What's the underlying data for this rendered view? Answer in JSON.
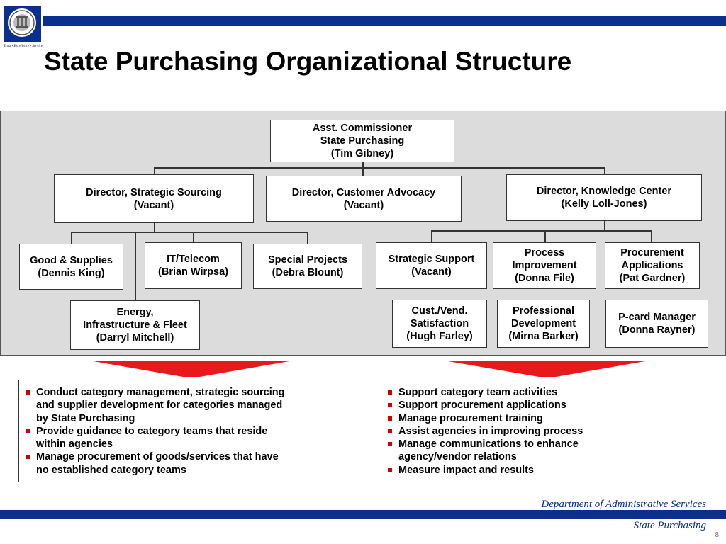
{
  "header": {
    "title": "State Purchasing Organizational Structure",
    "logo_motto": "Trust • Excellence • Service",
    "brand_color": "#0a2f8e",
    "accent_color": "#cc0000"
  },
  "org": {
    "top": [
      "Asst. Commissioner",
      "State Purchasing",
      "(Tim Gibney)"
    ],
    "dir_sourcing": [
      "Director, Strategic Sourcing",
      "(Vacant)"
    ],
    "dir_advocacy": [
      "Director, Customer Advocacy",
      "(Vacant)"
    ],
    "dir_knowledge": [
      "Director, Knowledge Center",
      "(Kelly Loll-Jones)"
    ],
    "goods": [
      "Good & Supplies",
      "(Dennis King)"
    ],
    "it": [
      "IT/Telecom",
      "(Brian Wirpsa)"
    ],
    "special": [
      "Special Projects",
      "(Debra Blount)"
    ],
    "energy": [
      "Energy,",
      "Infrastructure & Fleet",
      "(Darryl Mitchell)"
    ],
    "strategic_support": [
      "Strategic Support",
      "(Vacant)"
    ],
    "process": [
      "Process",
      "Improvement",
      "(Donna File)"
    ],
    "procurement_apps": [
      "Procurement",
      "Applications",
      "(Pat Gardner)"
    ],
    "custvend": [
      "Cust./Vend.",
      "Satisfaction",
      "(Hugh Farley)"
    ],
    "profdev": [
      "Professional",
      "Development",
      "(Mirna Barker)"
    ],
    "pcard": [
      "P-card Manager",
      "(Donna Rayner)"
    ]
  },
  "left_bullets": [
    [
      "Conduct category management, strategic sourcing",
      "and supplier development for categories managed",
      "by State Purchasing"
    ],
    [
      "Provide guidance to category teams that reside",
      "within agencies"
    ],
    [
      "Manage procurement of goods/services that have",
      "no established category teams"
    ]
  ],
  "right_bullets": [
    [
      "Support category team activities"
    ],
    [
      "Support procurement applications"
    ],
    [
      "Manage procurement training"
    ],
    [
      "Assist agencies in improving process"
    ],
    [
      "Manage communications to enhance",
      "agency/vendor relations"
    ],
    [
      "Measure impact and results"
    ]
  ],
  "footer": {
    "department": "Department of Administrative Services",
    "division": "State Purchasing",
    "page_number": "8"
  }
}
